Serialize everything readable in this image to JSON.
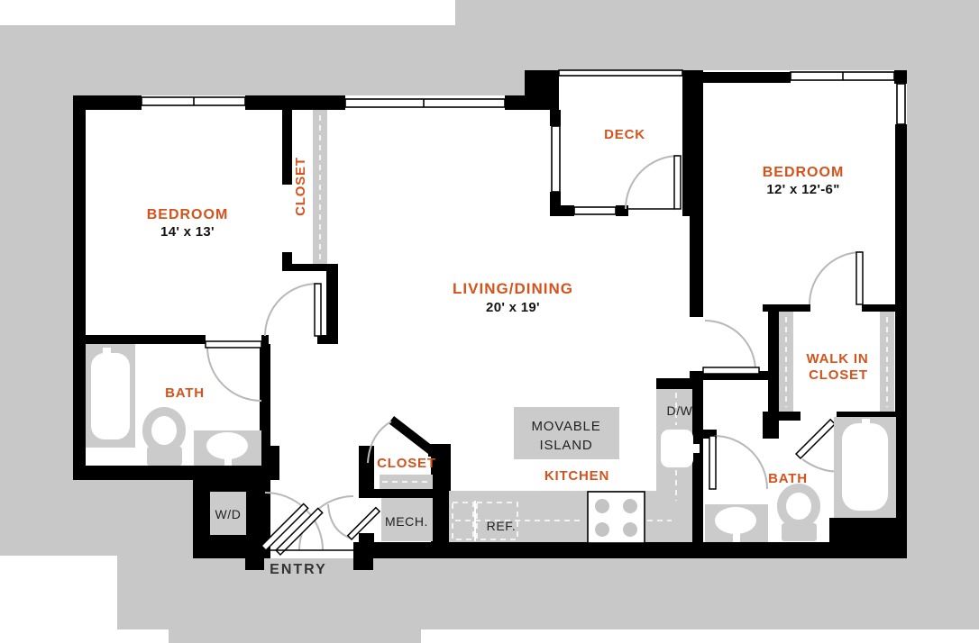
{
  "plan": {
    "title": "Two bedroom apartment floor plan",
    "rooms": {
      "bedroom1": {
        "label": "BEDROOM",
        "dims": "14' x 13'"
      },
      "bedroom1_closet": {
        "label": "CLOSET"
      },
      "living": {
        "label": "LIVING/DINING",
        "dims": "20' x 19'"
      },
      "deck": {
        "label": "DECK"
      },
      "bedroom2": {
        "label": "BEDROOM",
        "dims": "12' x 12'-6\""
      },
      "bath1": {
        "label": "BATH"
      },
      "bath2": {
        "label": "BATH"
      },
      "walk_in_closet": {
        "line1": "WALK IN",
        "line2": "CLOSET"
      },
      "kitchen": {
        "label": "KITCHEN"
      },
      "entry_closet": {
        "label": "CLOSET"
      },
      "entry": {
        "label": "ENTRY"
      }
    },
    "fixtures": {
      "movable_island_line1": "MOVABLE",
      "movable_island_line2": "ISLAND",
      "washer_dryer": "W/D",
      "mechanical": "MECH.",
      "refrigerator": "REF.",
      "dishwasher": "D/W"
    },
    "colors": {
      "label_accent": "#d4531c",
      "wall": "#000000",
      "background_gray": "#c8c8c8",
      "fixture_gray": "#cbcbcb",
      "door_arc_gray": "#b8b8b8",
      "floor_white": "#ffffff"
    }
  }
}
